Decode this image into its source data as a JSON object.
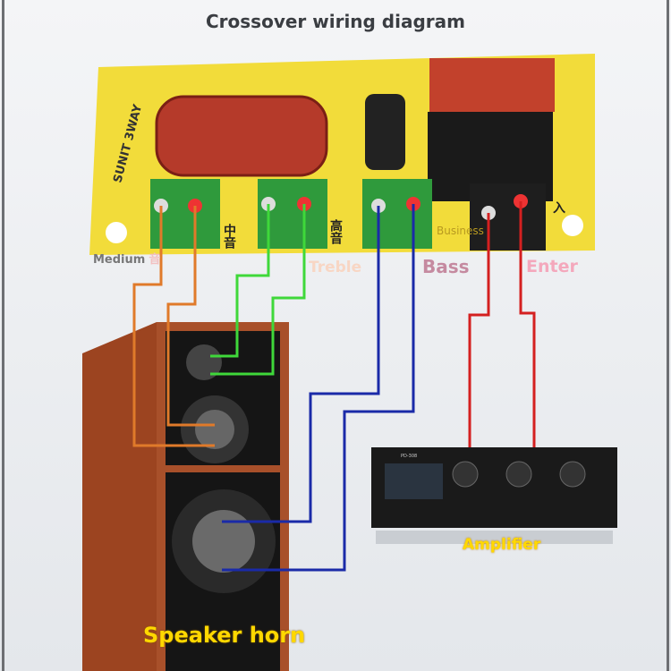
{
  "title": "Crossover wiring diagram",
  "board": {
    "model_text": "SUNIT 3WAY",
    "mid_chinese": "中音",
    "high_chinese": "高音",
    "input_chinese": "入",
    "business_text": "Business"
  },
  "labels": {
    "medium": "Medium",
    "medium_chinese": "音",
    "treble": "Treble",
    "bass": "Bass",
    "enter": "Enter",
    "amplifier": "Amplifier",
    "speaker": "Speaker horn"
  },
  "amplifier": {
    "model": "PD-308"
  },
  "colors": {
    "medium_wire": "#e07a2a",
    "treble_wire": "#3fd83a",
    "bass_wire": "#1a2aa8",
    "input_wire": "#d42020",
    "board": "#f2dc3a",
    "label_yellow": "#ffd800"
  }
}
